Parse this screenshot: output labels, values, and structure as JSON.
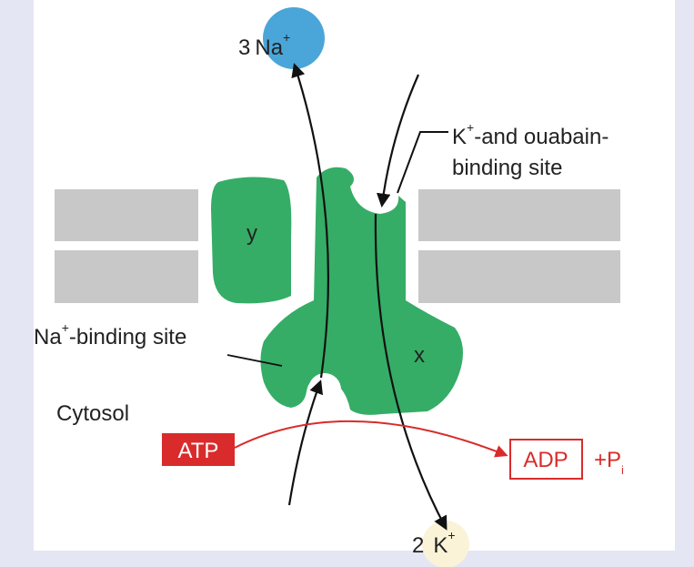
{
  "labels": {
    "sodium_count": "3",
    "sodium_ion": "Na",
    "plus": "+",
    "potassium_site_line1": "K",
    "potassium_site_line1_rest": "-and ouabain-",
    "potassium_site_line2": "binding site",
    "subunit_y": "y",
    "subunit_x": "x",
    "sodium_site_ion": "Na",
    "sodium_site_rest": "-binding site",
    "cytosol": "Cytosol",
    "atp": "ATP",
    "adp": "ADP",
    "phosphate": "+P",
    "phosphate_sub": "i",
    "potassium_count": "2",
    "potassium_ion": "K"
  },
  "colors": {
    "protein": "#35ad66",
    "membrane": "#c8c8c8",
    "sodium": "#4aa6d8",
    "potassium": "#fbf3d8",
    "atp": "#d92b2b",
    "background": "#e5e6f4"
  }
}
